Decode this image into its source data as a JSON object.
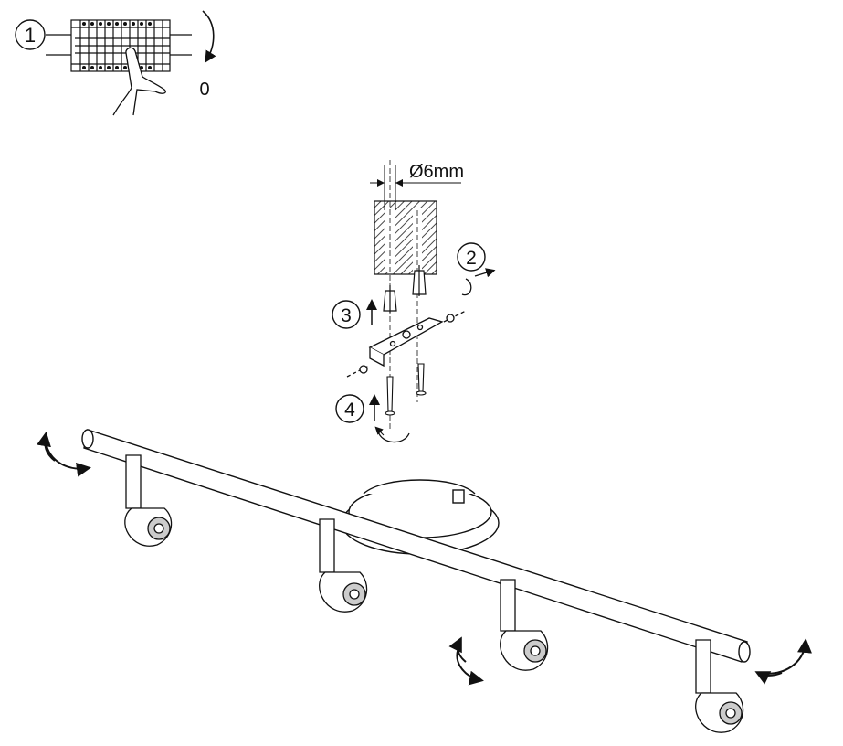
{
  "steps": [
    {
      "number": "1"
    },
    {
      "number": "2"
    },
    {
      "number": "3"
    },
    {
      "number": "4"
    }
  ],
  "switch_off_label": "0",
  "drill_diameter_label": "Ø6mm",
  "colors": {
    "line": "#111111",
    "hatch": "#444444",
    "background": "#ffffff"
  }
}
